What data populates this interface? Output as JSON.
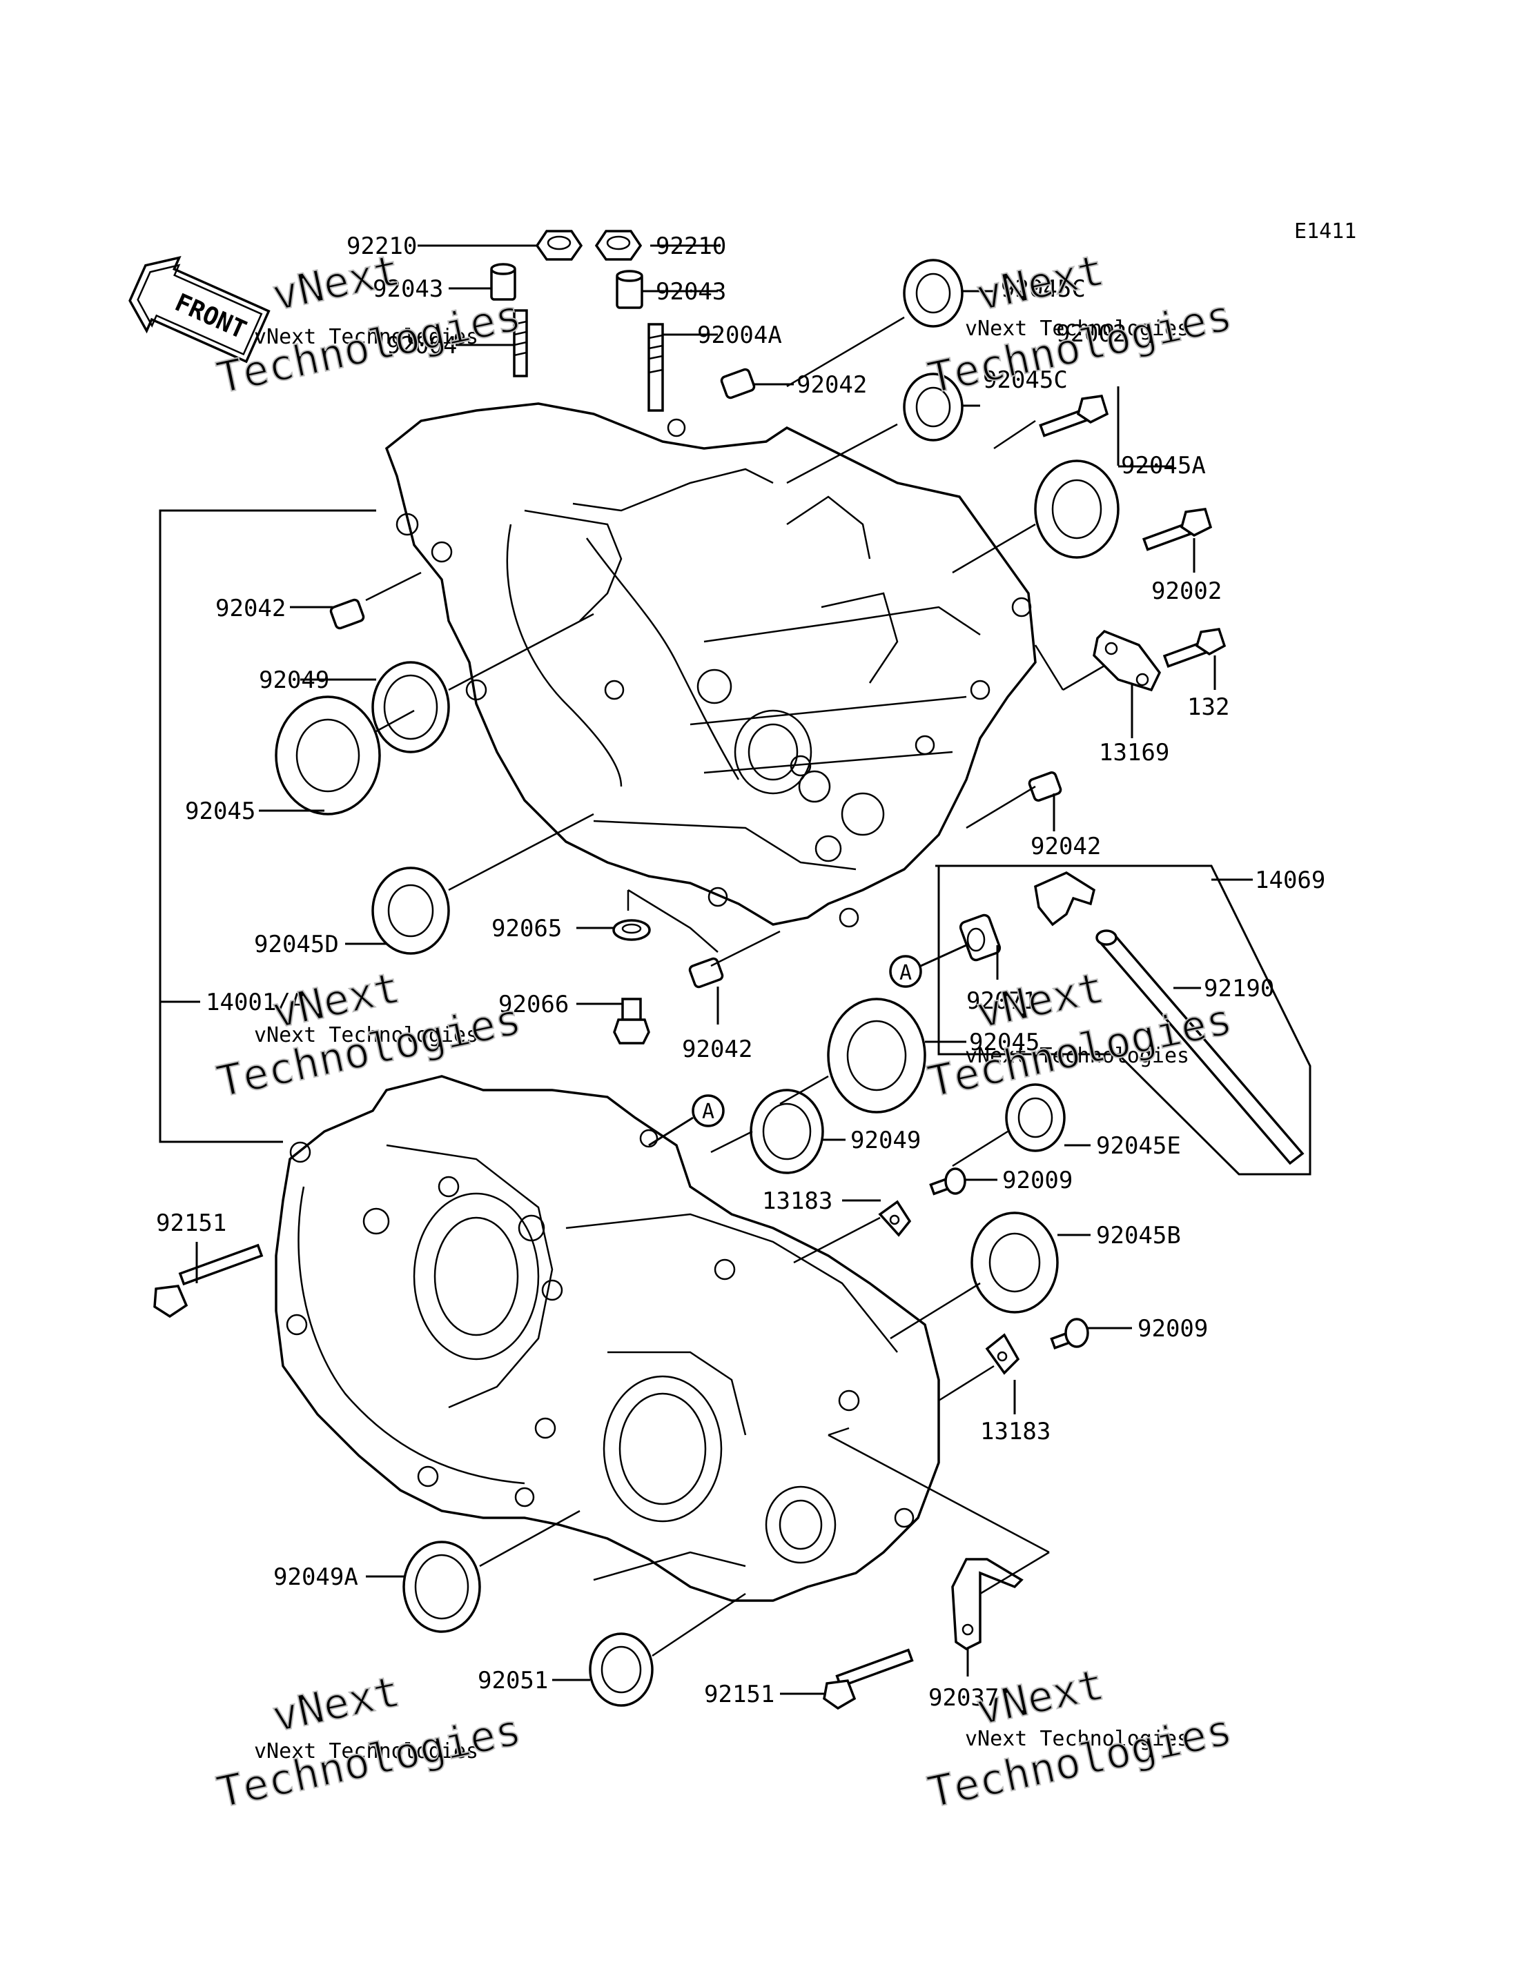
{
  "diagram_id": "E1411",
  "front_label": "FRONT",
  "callout_marker": "A",
  "watermark": {
    "line": "vNext Technologies",
    "big_line1": "vNext",
    "big_line2": "Technologies"
  },
  "part_labels": {
    "p92210_left": "92210",
    "p92043_left": "92043",
    "p92004": "92004",
    "p92210_right": "92210",
    "p92043_right": "92043",
    "p92004A": "92004A",
    "p92042_top": "92042",
    "p92045C_1": "92045C",
    "p92002_top": "92002",
    "p92045C_2": "92045C",
    "p92045A": "92045A",
    "p92002_mid": "92002",
    "p132": "132",
    "p13169": "13169",
    "p92042_left": "92042",
    "p92049_upper": "92049",
    "p92045_left": "92045",
    "p92042_right": "92042",
    "p14069": "14069",
    "p92045D": "92045D",
    "p92065": "92065",
    "p92066": "92066",
    "p92071": "92071",
    "p92190": "92190",
    "p92042_bottom": "92042",
    "p92045_mid": "92045",
    "p14001A": "14001/A",
    "p92049_lower": "92049",
    "p92045E": "92045E",
    "p92009_upper": "92009",
    "p13183_upper": "13183",
    "p92045B": "92045B",
    "p92151_left": "92151",
    "p92009_lower": "92009",
    "p13183_lower": "13183",
    "p92049A": "92049A",
    "p92051": "92051",
    "p92151_bottom": "92151",
    "p92037": "92037"
  }
}
